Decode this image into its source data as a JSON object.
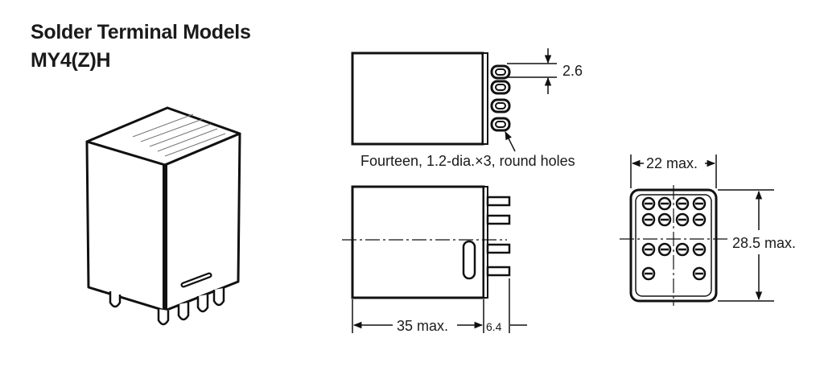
{
  "title": "Solder Terminal Models",
  "model": "MY4(Z)H",
  "diagram": {
    "labels": {
      "pin_pitch": "2.6",
      "holes": "Fourteen, 1.2-dia.×3, round holes",
      "width": "22 max.",
      "height": "28.5 max.",
      "length": "35 max.",
      "terminal": "6.4"
    }
  }
}
